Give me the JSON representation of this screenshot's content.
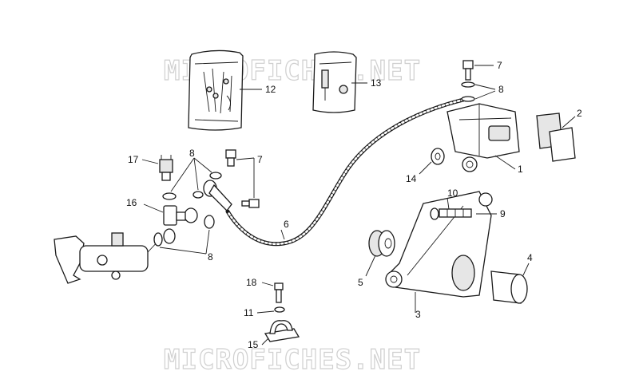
{
  "watermark": "MICROFICHES.NET",
  "callouts": {
    "c1": "1",
    "c2": "2",
    "c3": "3",
    "c4": "4",
    "c5": "5",
    "c6": "6",
    "c7a": "7",
    "c7b": "7",
    "c8a": "8",
    "c8b": "8",
    "c8c": "8",
    "c9": "9",
    "c10": "10",
    "c11": "11",
    "c12": "12",
    "c13": "13",
    "c14": "14",
    "c15": "15",
    "c16": "16",
    "c17": "17",
    "c18": "18"
  }
}
